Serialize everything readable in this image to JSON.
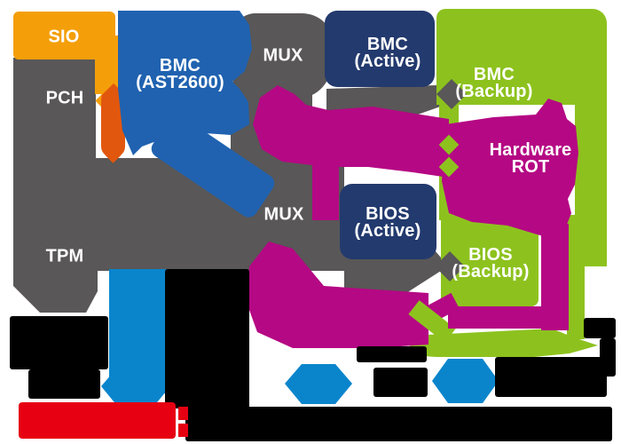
{
  "palette": {
    "background": "#FFFFFF",
    "gray": "#595757",
    "orange": "#F49F0A",
    "vermilion": "#E2570E",
    "bmc_blue": "#2062B0",
    "navy": "#233A6E",
    "green": "#8DC21E",
    "magenta": "#B50884",
    "bus_blue": "#0A85CC",
    "red": "#E60012",
    "black": "#000000",
    "label_text": "#FFFFFF"
  },
  "nodes": {
    "sio": {
      "label": "SIO"
    },
    "pch": {
      "label": "PCH"
    },
    "tpm": {
      "label": "TPM"
    },
    "bmc": {
      "line1": "BMC",
      "line2": "(AST2600)"
    },
    "mux_top": {
      "label": "MUX"
    },
    "mux_bottom": {
      "label": "MUX"
    },
    "bmc_active": {
      "line1": "BMC",
      "line2": "(Active)"
    },
    "bmc_backup": {
      "line1": "BMC",
      "line2": "(Backup)"
    },
    "hardware_rot": {
      "line1": "Hardware",
      "line2": "ROT"
    },
    "bios_active": {
      "line1": "BIOS",
      "line2": "(Active)"
    },
    "bios_backup": {
      "line1": "BIOS",
      "line2": "(Backup)"
    }
  },
  "legend": {
    "bus_node_count": 3,
    "bus_node_color": "#0A85CC",
    "obscured_text_color": "#000000",
    "obscured_highlight_color": "#E60012"
  }
}
